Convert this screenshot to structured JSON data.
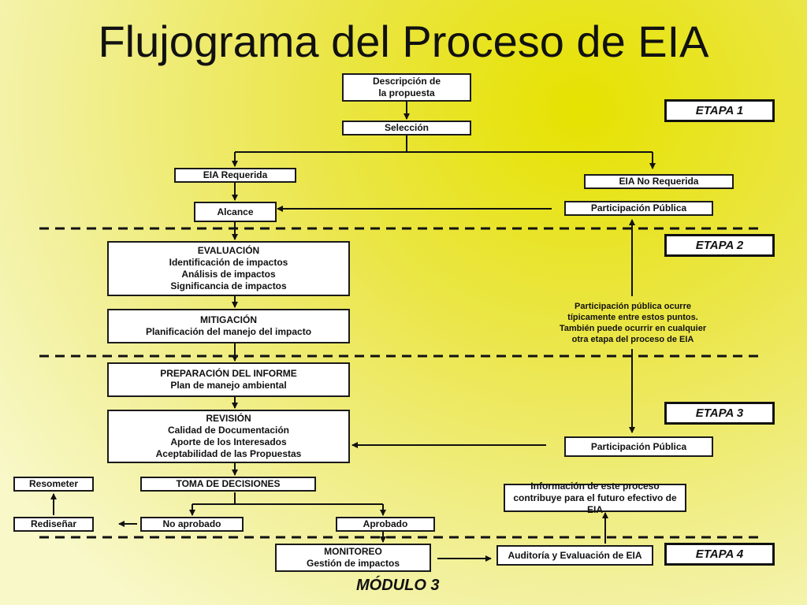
{
  "title": "Flujograma del Proceso de EIA",
  "stages": [
    "ETAPA 1",
    "ETAPA 2",
    "ETAPA 3",
    "ETAPA 4"
  ],
  "nodes": {
    "descripcion": [
      "Descripción de",
      "la propuesta"
    ],
    "seleccion": [
      "Selección"
    ],
    "eia_requerida": [
      "EIA Requerida"
    ],
    "eia_no_requerida": [
      "EIA No Requerida"
    ],
    "alcance": [
      "Alcance"
    ],
    "participacion_1": [
      "Participación Pública"
    ],
    "evaluacion": [
      "EVALUACIÓN",
      "Identificación de impactos",
      "Análisis de impactos",
      "Significancia de impactos"
    ],
    "mitigacion": [
      "MITIGACIÓN",
      "Planificación del manejo del impacto"
    ],
    "preparacion": [
      "PREPARACIÓN DEL INFORME",
      "Plan de manejo ambiental"
    ],
    "revision": [
      "REVISIÓN",
      "Calidad de Documentación",
      "Aporte de los Interesados",
      "Aceptabilidad de las Propuestas"
    ],
    "participacion_2": [
      "Participación Pública"
    ],
    "resometer": [
      "Resometer"
    ],
    "toma_decisiones": [
      "TOMA DE DECISIONES"
    ],
    "redisenar": [
      "Rediseñar"
    ],
    "no_aprobado": [
      "No aprobado"
    ],
    "aprobado": [
      "Aprobado"
    ],
    "informacion": [
      "Información de este proceso",
      "contribuye para el futuro efectivo de EIA"
    ],
    "monitoreo": [
      "MONITOREO",
      "Gestión de impactos"
    ],
    "auditoria": [
      "Auditoría y Evaluación de EIA"
    ]
  },
  "note": [
    "Participación pública ocurre",
    "típicamente entre estos puntos.",
    "También puede ocurrir en cualquier",
    "otra etapa del proceso de EIA"
  ],
  "module": "MÓDULO 3"
}
